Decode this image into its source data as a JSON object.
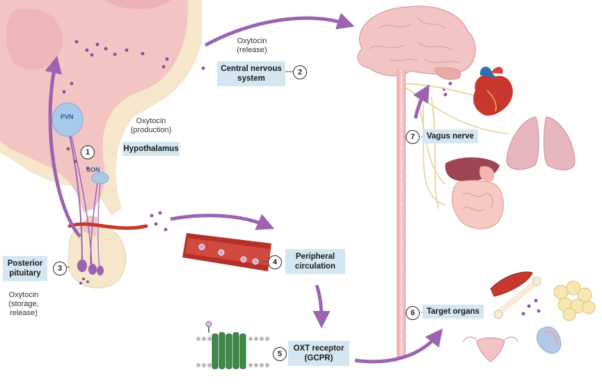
{
  "labels": {
    "cns": "Central nervous system",
    "hypothalamus": "Hypothalamus",
    "posterior_pituitary": "Posterior pituitary",
    "peripheral_circulation": "Peripheral circulation",
    "oxt_receptor": "OXT receptor (GCPR)",
    "target_organs": "Target organs",
    "vagus_nerve": "Vagus nerve"
  },
  "captions": {
    "cns_release": "Oxytocin (release)",
    "production": "Oxytocin (production)",
    "storage": "Oxytocin (storage, release)"
  },
  "nuclei": {
    "pvn": "PVN",
    "son": "SON"
  },
  "steps": [
    "1",
    "2",
    "3",
    "4",
    "5",
    "6",
    "7"
  ],
  "colors": {
    "tissue": "#f2c4c4",
    "tissue_dark": "#e9a9a9",
    "bone": "#f6e6cc",
    "arrow": "#9b63b1",
    "label_bg": "#d3e6f1",
    "vessel": "#c8372d",
    "nucleus": "#a9c9e8"
  }
}
